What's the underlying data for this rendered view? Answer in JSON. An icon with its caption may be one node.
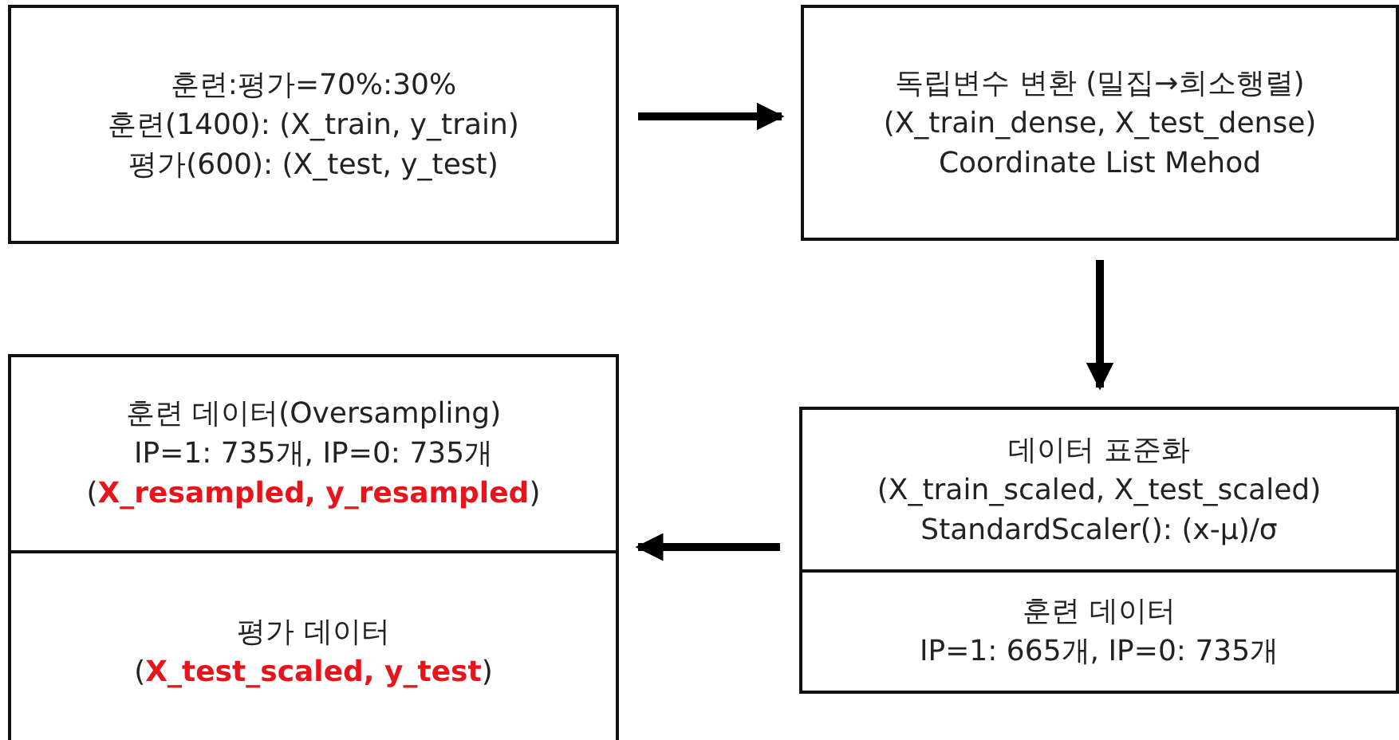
{
  "diagram": {
    "nodes": [
      {
        "text": [
          "훈련:평가=70%:30%",
          "훈련(1400): (X_train, y_train)",
          "평가(600): (X_test, y_test)"
        ]
      },
      {
        "text": [
          "독립변수 변환 (밀집→희소행렬)",
          "(X_train_dense, X_test_dense)",
          "Coordinate List Mehod"
        ]
      },
      {
        "text": [],
        "shape": "box"
      },
      {
        "text": [
          "데이터 표준화",
          "(X_train_scaled, X_test_scaled)",
          "StandardScaler(): (x-μ)/σ"
        ],
        "in": 2
      },
      {
        "text": [
          "훈련 데이터",
          "IP=1: 665개, IP=0: 735개"
        ],
        "in": 2
      },
      {
        "text": [],
        "shape": "box"
      },
      {
        "text": [
          "훈련 데이터(Oversampling)",
          "IP=1: 735개, IP=0: 735개",
          "(**X_resampled, y_resampled**)"
        ],
        "in": 5
      },
      {
        "text": [
          "평가 데이터",
          "(**X_test_scaled, y_test**)"
        ],
        "in": 5
      }
    ],
    "edges": [
      {
        "from": 0,
        "to": 1,
        "arrow": "to"
      },
      {
        "from": 1,
        "to": 2,
        "arrow": "to"
      },
      {
        "from": 2,
        "to": 5,
        "arrow": "to"
      }
    ]
  }
}
